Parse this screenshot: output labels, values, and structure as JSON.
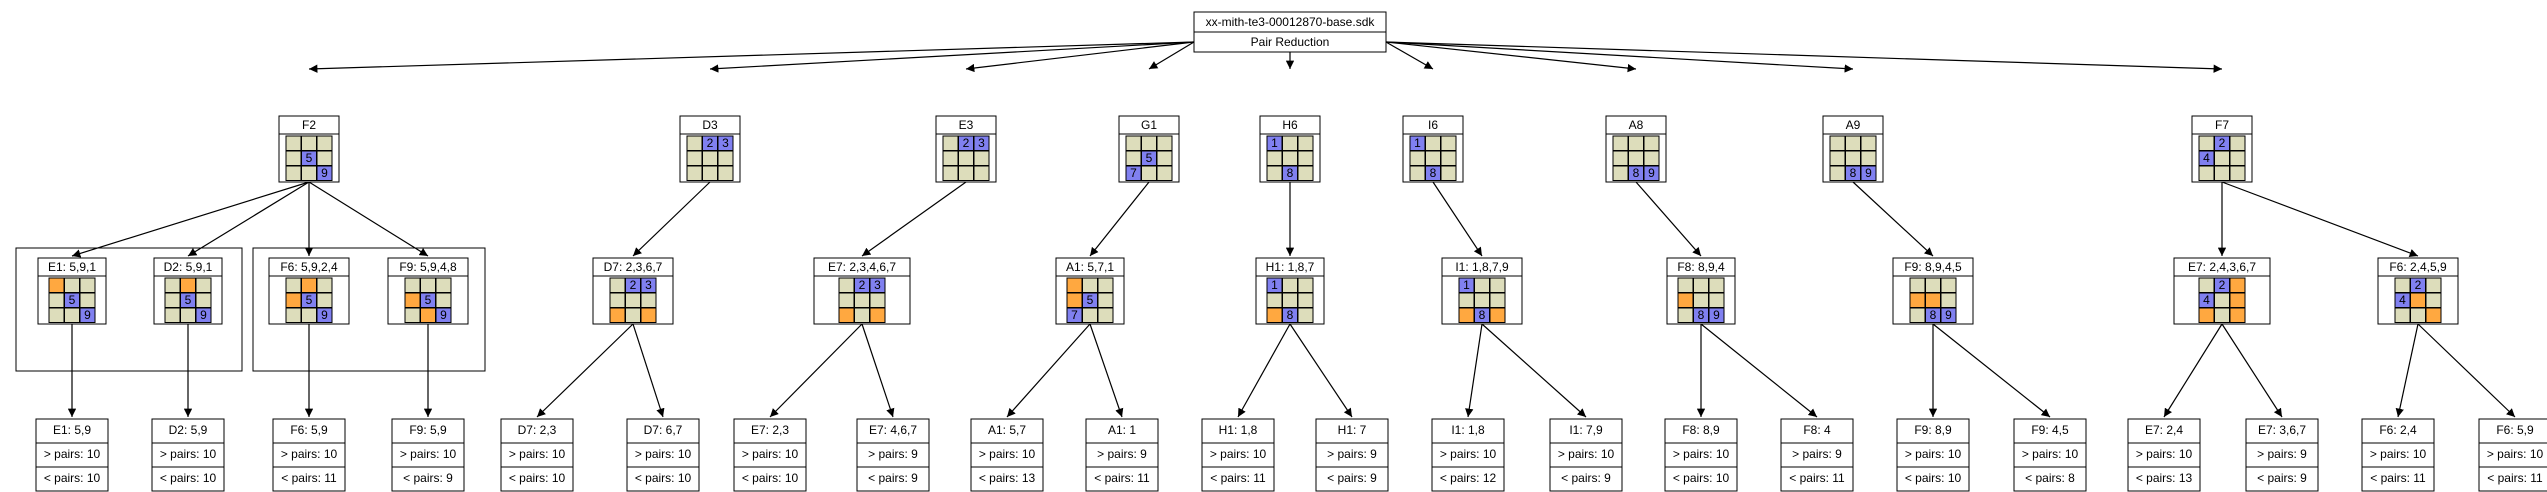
{
  "colors": {
    "blue": "#8080f0",
    "orange": "#ffa840",
    "beige": "#ddddbb",
    "white": "#ffffff",
    "line": "#000000"
  },
  "root": {
    "title": "xx-mith-te3-00012870-base.sdk",
    "subtitle": "Pair Reduction"
  },
  "level1": [
    {
      "label": "F2",
      "grid": [
        "e",
        "e",
        "e",
        "e",
        "5",
        "e",
        "e",
        "e",
        "9"
      ]
    },
    {
      "label": "D3",
      "grid": [
        "e",
        "2",
        "3",
        "e",
        "e",
        "e",
        "e",
        "e",
        "e"
      ]
    },
    {
      "label": "E3",
      "grid": [
        "e",
        "2",
        "3",
        "e",
        "e",
        "e",
        "e",
        "e",
        "e"
      ]
    },
    {
      "label": "G1",
      "grid": [
        "e",
        "e",
        "e",
        "e",
        "5",
        "e",
        "7",
        "e",
        "e"
      ]
    },
    {
      "label": "H6",
      "grid": [
        "1",
        "e",
        "e",
        "e",
        "e",
        "e",
        "e",
        "8",
        "e"
      ]
    },
    {
      "label": "I6",
      "grid": [
        "1",
        "e",
        "e",
        "e",
        "e",
        "e",
        "e",
        "8",
        "e"
      ]
    },
    {
      "label": "A8",
      "grid": [
        "e",
        "e",
        "e",
        "e",
        "e",
        "e",
        "e",
        "8",
        "9"
      ]
    },
    {
      "label": "A9",
      "grid": [
        "e",
        "e",
        "e",
        "e",
        "e",
        "e",
        "e",
        "8",
        "9"
      ]
    },
    {
      "label": "F7",
      "grid": [
        "e",
        "2",
        "e",
        "4",
        "e",
        "e",
        "e",
        "e",
        "e"
      ]
    }
  ],
  "level2": [
    {
      "label": "E1: 5,9,1",
      "grid": [
        "o",
        "e",
        "e",
        "e",
        "5",
        "e",
        "e",
        "e",
        "9"
      ]
    },
    {
      "label": "D2: 5,9,1",
      "grid": [
        "e",
        "o",
        "e",
        "e",
        "5",
        "e",
        "e",
        "e",
        "9"
      ]
    },
    {
      "label": "F6: 5,9,2,4",
      "grid": [
        "e",
        "o",
        "e",
        "o",
        "5",
        "e",
        "e",
        "e",
        "9"
      ]
    },
    {
      "label": "F9: 5,9,4,8",
      "grid": [
        "e",
        "e",
        "e",
        "o",
        "5",
        "e",
        "e",
        "o",
        "9"
      ]
    },
    {
      "label": "D7: 2,3,6,7",
      "grid": [
        "e",
        "2",
        "3",
        "e",
        "e",
        "e",
        "o",
        "e",
        "o"
      ]
    },
    {
      "label": "E7: 2,3,4,6,7",
      "grid": [
        "e",
        "2",
        "3",
        "e",
        "e",
        "e",
        "o",
        "e",
        "o"
      ]
    },
    {
      "label": "A1: 5,7,1",
      "grid": [
        "o",
        "e",
        "e",
        "o",
        "5",
        "e",
        "7",
        "e",
        "e"
      ]
    },
    {
      "label": "H1: 1,8,7",
      "grid": [
        "1",
        "e",
        "e",
        "e",
        "e",
        "e",
        "o",
        "8",
        "e"
      ]
    },
    {
      "label": "I1: 1,8,7,9",
      "grid": [
        "1",
        "e",
        "e",
        "e",
        "e",
        "e",
        "o",
        "8",
        "o"
      ]
    },
    {
      "label": "F8: 8,9,4",
      "grid": [
        "e",
        "e",
        "e",
        "o",
        "e",
        "e",
        "e",
        "8",
        "9"
      ]
    },
    {
      "label": "F9: 8,9,4,5",
      "grid": [
        "e",
        "e",
        "e",
        "o",
        "o",
        "e",
        "e",
        "8",
        "9"
      ]
    },
    {
      "label": "E7: 2,4,3,6,7",
      "grid": [
        "e",
        "2",
        "o",
        "4",
        "e",
        "o",
        "o",
        "e",
        "o"
      ]
    },
    {
      "label": "F6: 2,4,5,9",
      "grid": [
        "e",
        "2",
        "e",
        "4",
        "o",
        "e",
        "e",
        "e",
        "o"
      ]
    }
  ],
  "leaves": [
    {
      "label": "E1: 5,9",
      "gt": "> pairs: 10",
      "lt": "< pairs: 10"
    },
    {
      "label": "D2: 5,9",
      "gt": "> pairs: 10",
      "lt": "< pairs: 10"
    },
    {
      "label": "F6: 5,9",
      "gt": "> pairs: 10",
      "lt": "< pairs: 11"
    },
    {
      "label": "F9: 5,9",
      "gt": "> pairs: 10",
      "lt": "< pairs: 9"
    },
    {
      "label": "D7: 2,3",
      "gt": "> pairs: 10",
      "lt": "< pairs: 10"
    },
    {
      "label": "D7: 6,7",
      "gt": "> pairs: 10",
      "lt": "< pairs: 10"
    },
    {
      "label": "E7: 2,3",
      "gt": "> pairs: 10",
      "lt": "< pairs: 10"
    },
    {
      "label": "E7: 4,6,7",
      "gt": "> pairs: 9",
      "lt": "< pairs: 9"
    },
    {
      "label": "A1: 5,7",
      "gt": "> pairs: 10",
      "lt": "< pairs: 13"
    },
    {
      "label": "A1: 1",
      "gt": "> pairs: 9",
      "lt": "< pairs: 11"
    },
    {
      "label": "H1: 1,8",
      "gt": "> pairs: 10",
      "lt": "< pairs: 11"
    },
    {
      "label": "H1: 7",
      "gt": "> pairs: 9",
      "lt": "< pairs: 9"
    },
    {
      "label": "I1: 1,8",
      "gt": "> pairs: 10",
      "lt": "< pairs: 12"
    },
    {
      "label": "I1: 7,9",
      "gt": "> pairs: 10",
      "lt": "< pairs: 9"
    },
    {
      "label": "F8: 8,9",
      "gt": "> pairs: 10",
      "lt": "< pairs: 10"
    },
    {
      "label": "F8: 4",
      "gt": "> pairs: 9",
      "lt": "< pairs: 11"
    },
    {
      "label": "F9: 8,9",
      "gt": "> pairs: 10",
      "lt": "< pairs: 10"
    },
    {
      "label": "F9: 4,5",
      "gt": "> pairs: 10",
      "lt": "< pairs: 8"
    },
    {
      "label": "E7: 2,4",
      "gt": "> pairs: 10",
      "lt": "< pairs: 13"
    },
    {
      "label": "E7: 3,6,7",
      "gt": "> pairs: 9",
      "lt": "< pairs: 9"
    },
    {
      "label": "F6: 2,4",
      "gt": "> pairs: 10",
      "lt": "< pairs: 11"
    },
    {
      "label": "F6: 5,9",
      "gt": "> pairs: 10",
      "lt": "< pairs: 11"
    }
  ]
}
